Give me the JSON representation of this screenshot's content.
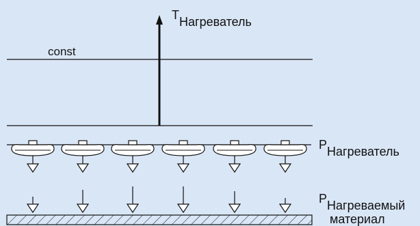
{
  "labels": {
    "const": "const",
    "t_main": "T",
    "t_sub": "Нагреватель",
    "p_heater_main": "P",
    "p_heater_sub": "Нагреватель",
    "p_material_main": "P",
    "p_material_sub_line1": "Нагреваемый",
    "p_material_sub_line2": "материал"
  },
  "colors": {
    "background": "#d9e6f6",
    "stroke": "#111111",
    "heater_fill": "#ffffff"
  },
  "heater_count": 6
}
